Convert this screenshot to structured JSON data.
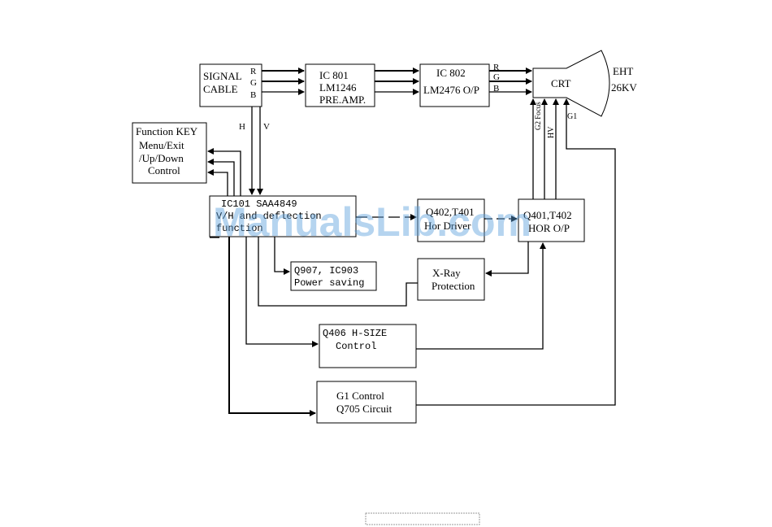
{
  "blocks": {
    "signal_cable": {
      "line1": "SIGNAL",
      "line2": "CABLE"
    },
    "rgb_out": {
      "r": "R",
      "g": "G",
      "b": "B"
    },
    "ic801": {
      "line1": "IC 801",
      "line2": "LM1246",
      "line3": "PRE.AMP."
    },
    "ic802": {
      "line1": "IC 802",
      "line2": "LM2476 O/P"
    },
    "rgb_in": {
      "r": "R",
      "g": "G",
      "b": "B"
    },
    "crt": {
      "label": "CRT"
    },
    "eht": {
      "line1": "EHT",
      "line2": "26KV"
    },
    "crt_inputs": {
      "g2_focus": "G2 Focus",
      "hv": "HV",
      "g1": "G1"
    },
    "function_key": {
      "line1": "Function  KEY",
      "line2": "Menu/Exit",
      "line3": "/Up/Down",
      "line4": "Control"
    },
    "sync": {
      "h": "H",
      "v": "V"
    },
    "ic101": {
      "line1": "IC101  SAA4849",
      "line2": "V/H and deflection",
      "line3": "function"
    },
    "q402": {
      "line1": "Q402,T401",
      "line2": "Hor Driver"
    },
    "q401": {
      "line1": "Q401,T402",
      "line2": "HOR O/P"
    },
    "q907": {
      "line1": "Q907, IC903",
      "line2": "Power  saving"
    },
    "xray": {
      "line1": "X-Ray",
      "line2": "Protection"
    },
    "q406": {
      "line1": "Q406   H-SIZE",
      "line2": "Control"
    },
    "g1ctrl": {
      "line1": "G1 Control",
      "line2": "Q705 Circuit"
    }
  },
  "watermark": "ManualsLib.com"
}
